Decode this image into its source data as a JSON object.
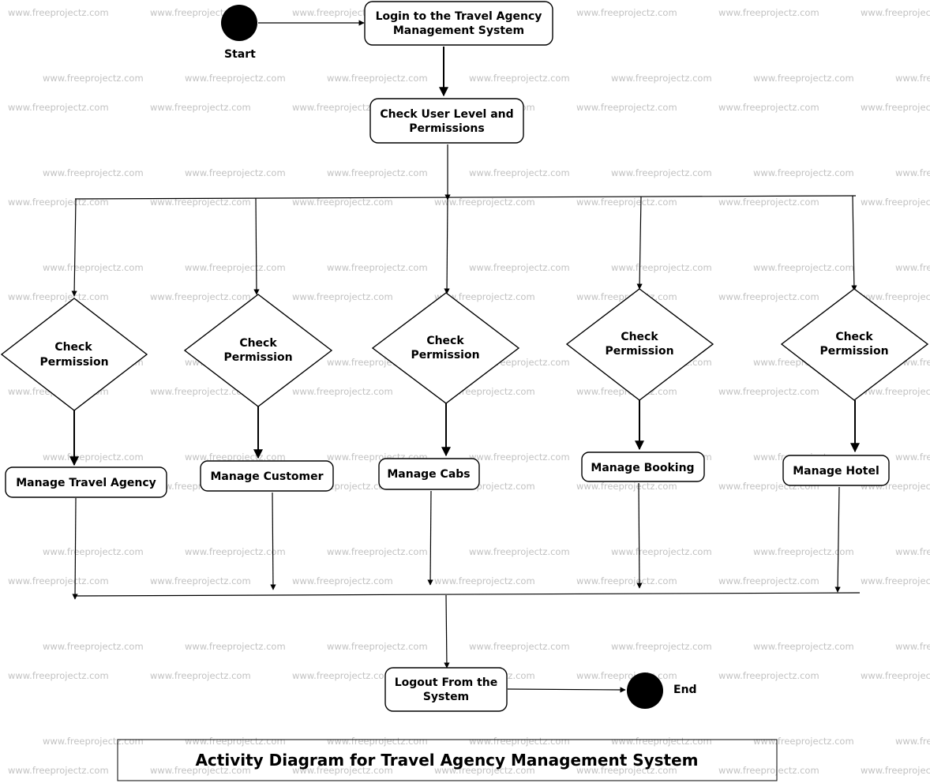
{
  "watermark": "www.freeprojectz.com",
  "title": "Activity Diagram for Travel Agency Management System",
  "nodes": {
    "start_label": "Start",
    "end_label": "End",
    "login": [
      "Login to the Travel Agency",
      "Management System"
    ],
    "check_level": [
      "Check User Level and",
      "Permissions"
    ],
    "decision": [
      "Check",
      "Permission"
    ],
    "manage_travel_agency": "Manage Travel Agency",
    "manage_customer": "Manage Customer",
    "manage_cabs": "Manage Cabs",
    "manage_booking": "Manage Booking",
    "manage_hotel": "Manage Hotel",
    "logout": [
      "Logout From the",
      "System"
    ]
  }
}
